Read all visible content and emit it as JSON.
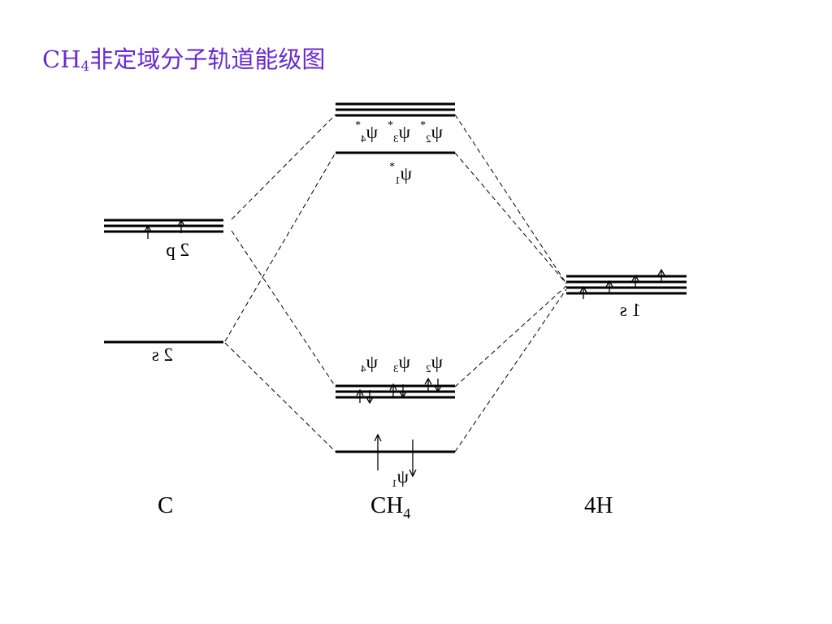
{
  "title": {
    "prefix": "CH",
    "sub": "4",
    "rest": "非定域分子轨道能级图"
  },
  "columns": {
    "left": "C",
    "middle": {
      "prefix": "CH",
      "sub": "4"
    },
    "right": "4H"
  },
  "labels": {
    "c_2p": "2 p",
    "c_2s": "2 s",
    "h_1s": "1 s",
    "psi_symbol": "ψ",
    "star": "*",
    "psi1_sub": "1",
    "psi2_sub": "2",
    "psi3_sub": "3",
    "psi4_sub": "4",
    "antibond_234": [
      "2",
      "3",
      "4"
    ],
    "bond_234": [
      "2",
      "3",
      "4"
    ]
  },
  "colors": {
    "title": "#6a2bd1",
    "lines": "#000000"
  }
}
